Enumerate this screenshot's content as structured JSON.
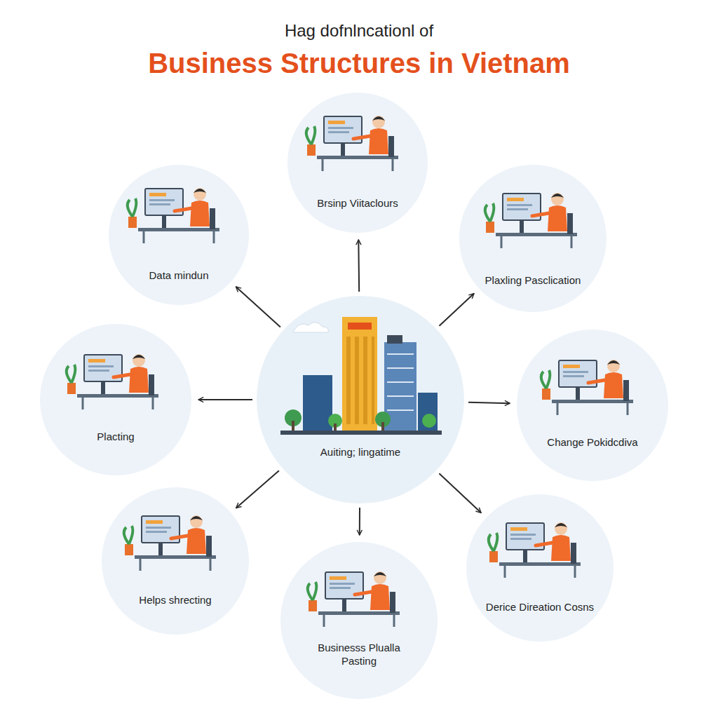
{
  "diagram": {
    "title": "Business Structures in Vietnam",
    "nodes": [
      {
        "text": [
          "Brsinp Viitaclours"
        ]
      },
      {
        "text": [
          "Data mindun"
        ]
      },
      {
        "text": [
          "Plaxling Pasclication"
        ]
      },
      {
        "text": [
          "Placting"
        ]
      },
      {
        "text": [
          "Auiting; lingatime"
        ]
      },
      {
        "text": [
          "Change Pokidcdiva"
        ]
      },
      {
        "text": [
          "Helps shrecting"
        ]
      },
      {
        "text": [
          "Derice Direation Cosns"
        ]
      },
      {
        "text": [
          "Businesss Plualla Pasting"
        ]
      }
    ],
    "edges": [
      {
        "from": 4,
        "to": 0,
        "arrow": "to"
      },
      {
        "from": 4,
        "to": 1,
        "arrow": "to"
      },
      {
        "from": 4,
        "to": 2,
        "arrow": "to"
      },
      {
        "from": 4,
        "to": 3,
        "arrow": "to"
      },
      {
        "from": 4,
        "to": 5,
        "arrow": "to"
      },
      {
        "from": 4,
        "to": 6,
        "arrow": "to"
      },
      {
        "from": 4,
        "to": 7,
        "arrow": "to"
      },
      {
        "from": 4,
        "to": 8,
        "arrow": "to"
      }
    ],
    "labels": [
      "Hag dofnlncationl of"
    ]
  }
}
